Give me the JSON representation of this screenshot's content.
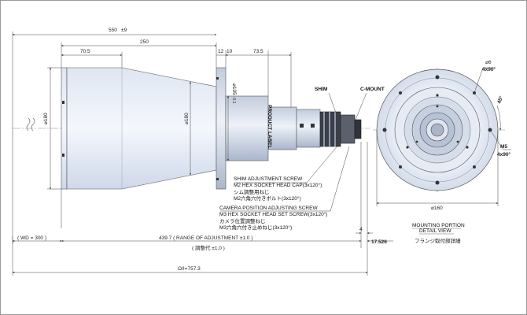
{
  "dims": {
    "overall_length": "550",
    "overall_length_tol": "±9",
    "rear_70": "70.5",
    "body_250": "250",
    "flange_12": "12",
    "flange_10": "10",
    "front_73": "73.5",
    "dia_180_rear": "180",
    "dia_180_mid": "180",
    "dia_105": "105",
    "dia_105_tol": "-0.1",
    "wd": "( WD = 300 )",
    "adjust_range": "439.7 ( RANGE OF ADJUSTMENT ±1.0 )",
    "adjust_range_jp": "( 調整代 ±1.0 )",
    "gap_4": "4",
    "flange_17": "17.526",
    "oi": "O/I=757.3",
    "dia_160": "160",
    "dia_6": "6",
    "qty_4x90_top": "4x90°",
    "angle_45": "45°",
    "m5": "M5",
    "qty_4x90_right": "4x90°"
  },
  "labels": {
    "product_label": "PRODUCT LABEL",
    "shim": "SHIM",
    "c_mount": "C-MOUNT",
    "shim_screw_1": "SHIM ADJUSTMENT SCREW",
    "shim_screw_2": "M2 HEX SOCKET HEAD CAP(3x120°)",
    "shim_screw_jp_1": "シム調整用ねじ",
    "shim_screw_jp_2": "M2六角穴付きボルト(3x120°)",
    "cam_screw_1": "CAMERA POSITION ADJUSTING SCREW",
    "cam_screw_2": "M3 HEX SOCKET HEAD SET SCREW(3x120°)",
    "cam_screw_jp_1": "カメラ位置調整ねじ",
    "cam_screw_jp_2": "M3六角穴付き止めねじ(3x120°)",
    "mount_title_1": "MOUNTING PORTION",
    "mount_title_2": "DETAIL VIEW",
    "mount_title_jp": "フランジ取付部詳細"
  }
}
